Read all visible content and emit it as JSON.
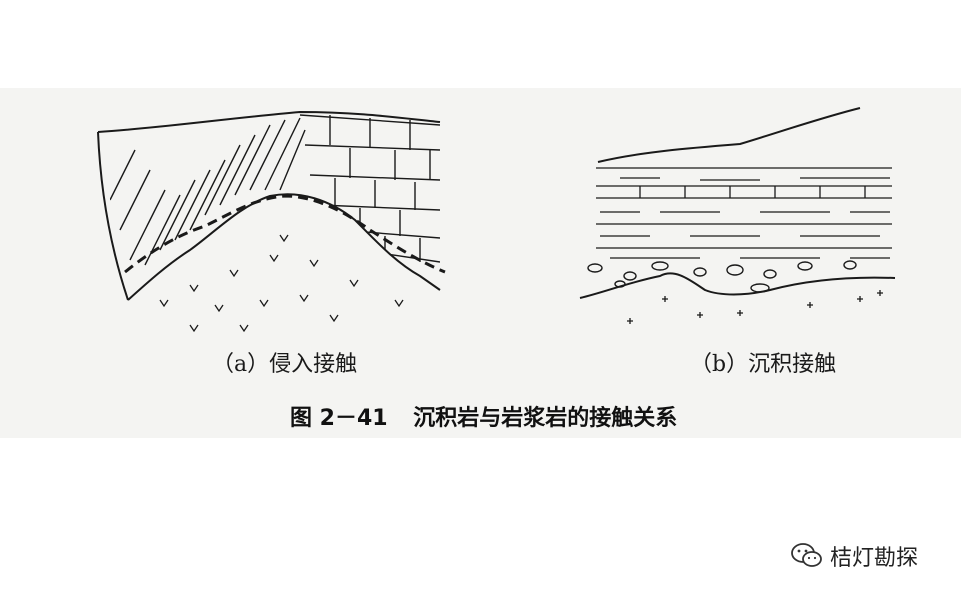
{
  "panel_a": {
    "caption": "（a）侵入接触"
  },
  "panel_b": {
    "caption": "（b）沉积接触"
  },
  "figure": {
    "number": "图 2－41",
    "title": "沉积岩与岩浆岩的接触关系"
  },
  "watermark": {
    "text": "桔灯勘探",
    "icon": "wechat-icon"
  },
  "colors": {
    "ink": "#1a1a1a",
    "paper": "#ffffff",
    "scan_bg": "#f4f4f2"
  }
}
